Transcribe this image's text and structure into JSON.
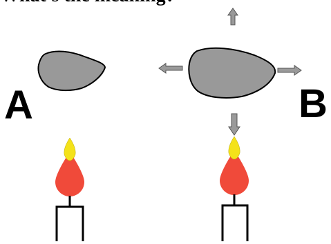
{
  "title": "What's the meaning?",
  "labels": {
    "a": "A",
    "b": "B"
  },
  "colors": {
    "rock_fill": "#999999",
    "arrow_fill": "#9a9a9a",
    "flame_red": "#f04a3a",
    "flame_yellow": "#f4e21a",
    "stand": "#000000"
  }
}
